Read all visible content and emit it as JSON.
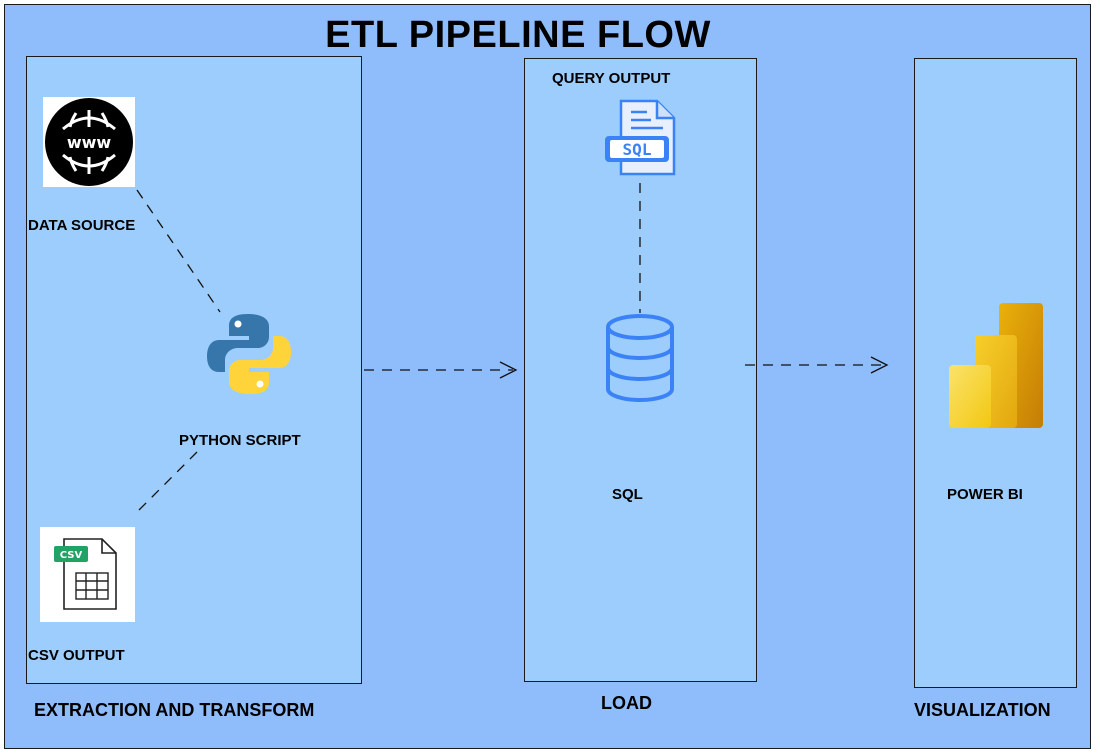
{
  "diagram": {
    "title": "ETL PIPELINE FLOW",
    "panels": {
      "extract": {
        "label": "EXTRACTION AND TRANSFORM"
      },
      "load": {
        "label": "LOAD"
      },
      "visualize": {
        "label": "VISUALIZATION"
      }
    },
    "nodes": {
      "data_source": {
        "label": "DATA SOURCE",
        "icon": "globe-www-icon"
      },
      "python_script": {
        "label": "PYTHON SCRIPT",
        "icon": "python-logo-icon"
      },
      "csv_output": {
        "label": "CSV OUTPUT",
        "icon": "csv-file-icon",
        "badge": "CSV"
      },
      "query_output": {
        "label": "QUERY OUTPUT",
        "icon": "sql-file-icon",
        "badge": "SQL"
      },
      "sql": {
        "label": "SQL",
        "icon": "database-icon"
      },
      "power_bi": {
        "label": "POWER BI",
        "icon": "power-bi-logo-icon"
      }
    },
    "edges": [
      {
        "from": "DATA SOURCE",
        "to": "PYTHON SCRIPT",
        "style": "dashed"
      },
      {
        "from": "PYTHON SCRIPT",
        "to": "CSV OUTPUT",
        "style": "dashed"
      },
      {
        "from": "EXTRACTION AND TRANSFORM",
        "to": "LOAD",
        "style": "dashed-arrow"
      },
      {
        "from": "QUERY OUTPUT",
        "to": "SQL",
        "style": "dashed"
      },
      {
        "from": "LOAD",
        "to": "VISUALIZATION",
        "style": "dashed-arrow"
      }
    ],
    "colors": {
      "background": "#8fbcfb",
      "panel": "#9dcdfd",
      "sql_blue": "#3b82f6",
      "python_blue": "#3776ab",
      "python_yellow": "#ffd43b",
      "powerbi_gold": "#f2c811",
      "csv_green": "#21a366"
    }
  }
}
